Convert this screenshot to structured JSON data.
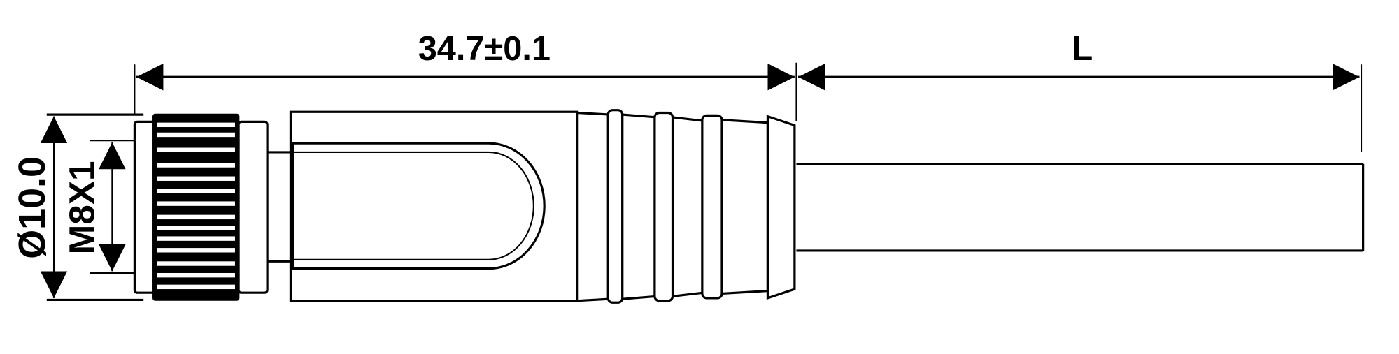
{
  "drawing": {
    "title": "M8 female connector with cable",
    "dimensions": {
      "body_length": "34.7±0.1",
      "cable_length": "L",
      "outer_diameter": "Ø10.0",
      "thread": "M8X1"
    },
    "colors": {
      "line": "#000000",
      "background": "#ffffff"
    }
  }
}
